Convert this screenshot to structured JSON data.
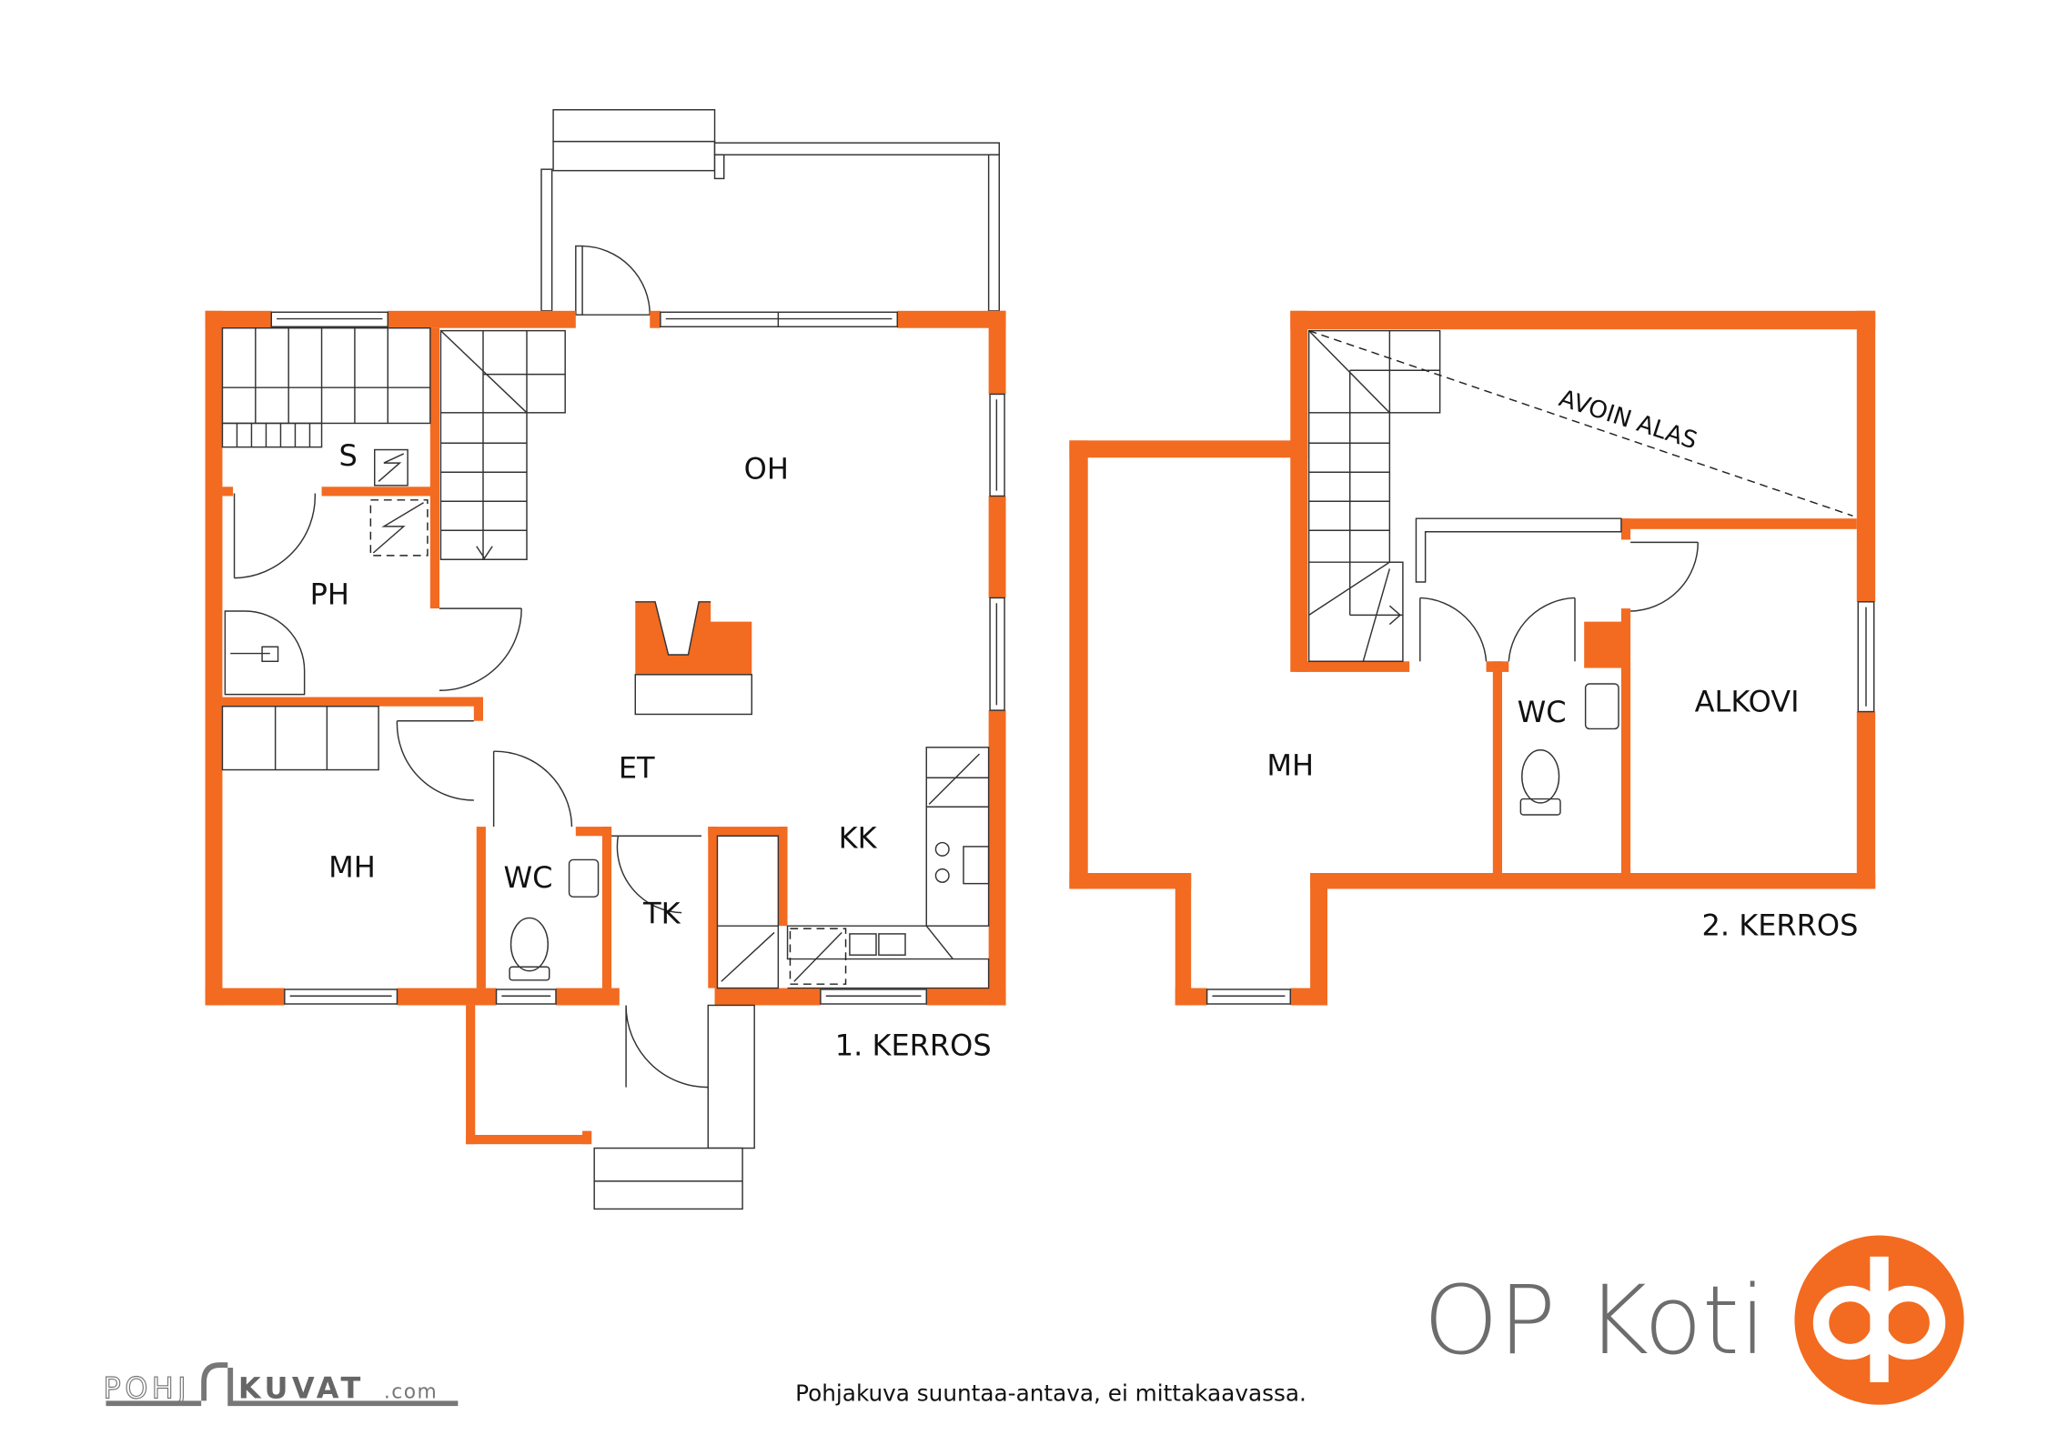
{
  "floor1": {
    "title": "1. KERROS",
    "rooms": {
      "oh": "OH",
      "s": "S",
      "ph": "PH",
      "et": "ET",
      "mh": "MH",
      "wc": "WC",
      "tk": "TK",
      "kk": "KK"
    }
  },
  "floor2": {
    "title": "2. KERROS",
    "rooms": {
      "mh": "MH",
      "wc": "WC",
      "alkovi": "ALKOVI"
    },
    "open_below": "AVOIN ALAS"
  },
  "footer": {
    "disclaimer": "Pohjakuva suuntaa-antava, ei mittakaavassa.",
    "pohjakuvat_logo": {
      "part1": "POHJ",
      "part2": "KUVAT",
      "suffix": ".com"
    },
    "brand": "OP Koti"
  },
  "colors": {
    "wall": "#F26B21",
    "brand_text": "#6D6D6D"
  }
}
